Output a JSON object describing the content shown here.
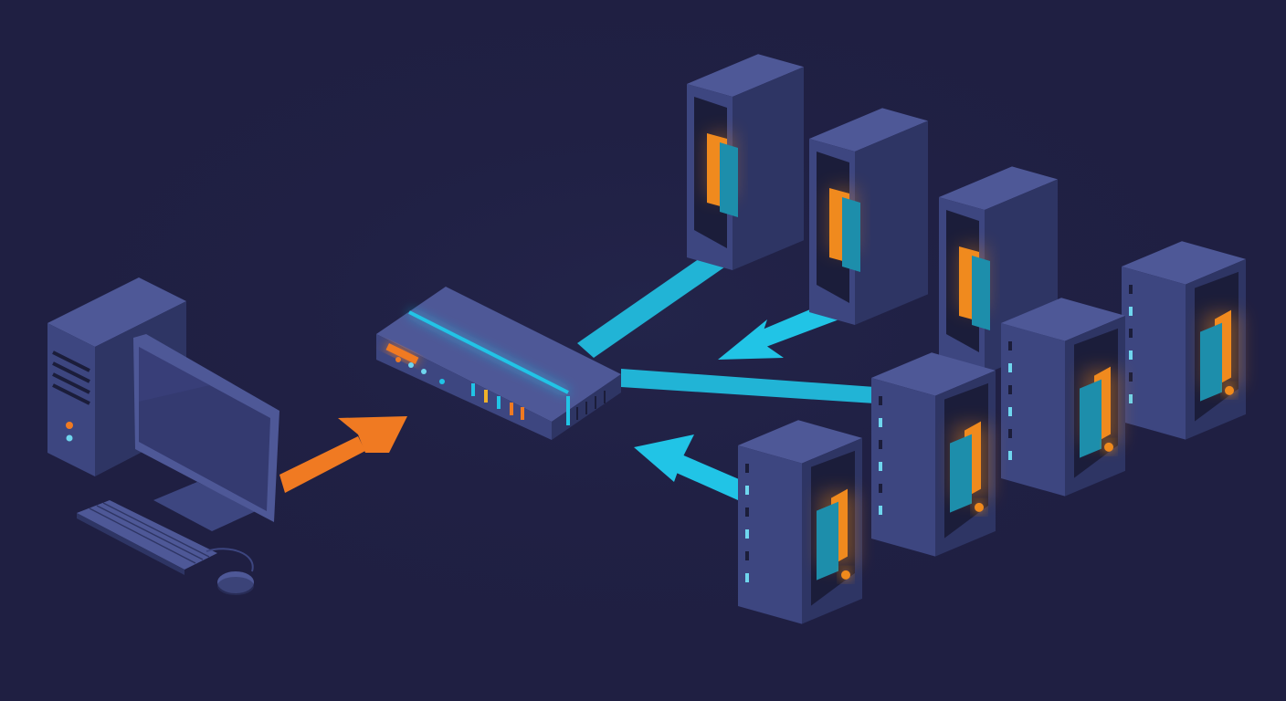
{
  "colors": {
    "background": "#1f1f42",
    "device_face": "#3d4680",
    "device_top": "#4e5897",
    "device_side": "#2e3564",
    "device_dark": "#1b1d3a",
    "request_arrow": "#f07a22",
    "response_link": "#21c4e6",
    "card_orange": "#f08a1e",
    "card_teal": "#1d8eab"
  },
  "nodes": {
    "client": {
      "role": "client-computer",
      "icon": "desktop-pc-icon"
    },
    "switch": {
      "role": "network-switch",
      "icon": "switch-icon"
    },
    "servers": [
      {
        "id": "server-1",
        "icon": "server-tower-icon"
      },
      {
        "id": "server-2",
        "icon": "server-tower-icon"
      },
      {
        "id": "server-3",
        "icon": "server-tower-icon"
      },
      {
        "id": "server-4",
        "icon": "server-tower-icon"
      },
      {
        "id": "server-5",
        "icon": "server-tower-icon"
      },
      {
        "id": "server-6",
        "icon": "server-tower-icon"
      },
      {
        "id": "server-7",
        "icon": "server-tower-icon"
      }
    ]
  },
  "connections": [
    {
      "from": "client",
      "to": "switch",
      "type": "request-arrow",
      "color": "#f07a22"
    },
    {
      "from": "server-1",
      "to": "switch",
      "type": "link",
      "color": "#21c4e6"
    },
    {
      "from": "server-2",
      "to": "switch",
      "type": "arrow",
      "color": "#21c4e6"
    },
    {
      "from": "server-4",
      "to": "switch",
      "type": "link",
      "color": "#21c4e6"
    },
    {
      "from": "server-7",
      "to": "switch",
      "type": "arrow",
      "color": "#21c4e6"
    }
  ]
}
